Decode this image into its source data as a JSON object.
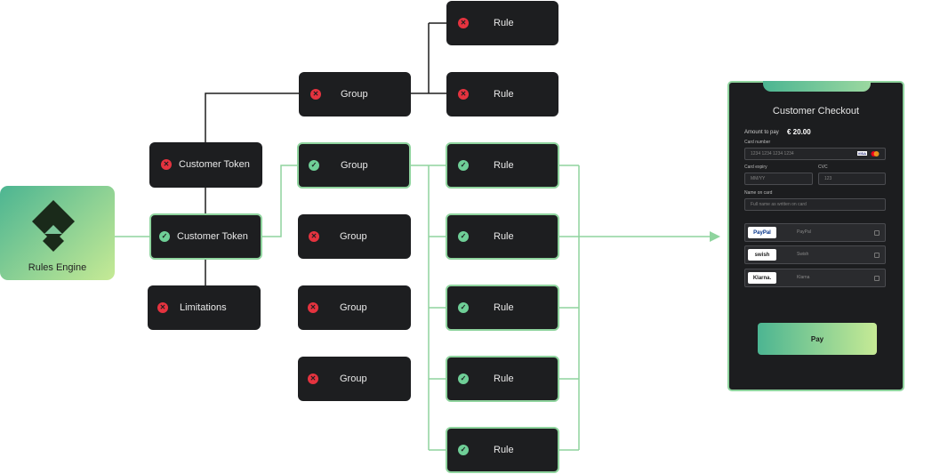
{
  "engine": {
    "label": "Rules Engine"
  },
  "tree": {
    "tokens": [
      {
        "label": "Customer Token",
        "passed": false
      },
      {
        "label": "Customer Token",
        "passed": true
      },
      {
        "label": "Limitations",
        "passed": false
      }
    ],
    "groups": [
      {
        "label": "Group",
        "passed": false
      },
      {
        "label": "Group",
        "passed": true
      },
      {
        "label": "Group",
        "passed": false
      },
      {
        "label": "Group",
        "passed": false
      },
      {
        "label": "Group",
        "passed": false
      }
    ],
    "rules": [
      {
        "label": "Rule",
        "passed": false
      },
      {
        "label": "Rule",
        "passed": false
      },
      {
        "label": "Rule",
        "passed": true
      },
      {
        "label": "Rule",
        "passed": true
      },
      {
        "label": "Rule",
        "passed": true
      },
      {
        "label": "Rule",
        "passed": true
      },
      {
        "label": "Rule",
        "passed": true
      }
    ]
  },
  "colors": {
    "pass": "#6fcf97",
    "fail": "#e5333f",
    "active_wire": "#8fd49e",
    "idle_wire": "#1f1f1f",
    "card": "#1d1e20"
  },
  "checkout": {
    "title": "Customer Checkout",
    "amount_label": "Amount to pay",
    "amount_value": "€ 20.00",
    "card_number_label": "Card number",
    "card_number_placeholder": "1234 1234 1234 1234",
    "card_brands": [
      "VISA",
      "mastercard"
    ],
    "expiry_label": "Card expiry",
    "expiry_placeholder": "MM/YY",
    "cvc_label": "CVC",
    "cvc_placeholder": "123",
    "name_label": "Name on card",
    "name_placeholder": "Full name as written on card",
    "methods": [
      {
        "logo": "PayPal",
        "name": "PayPal"
      },
      {
        "logo": "swish",
        "name": "Swish"
      },
      {
        "logo": "Klarna.",
        "name": "Klarna"
      }
    ],
    "pay_label": "Pay"
  }
}
